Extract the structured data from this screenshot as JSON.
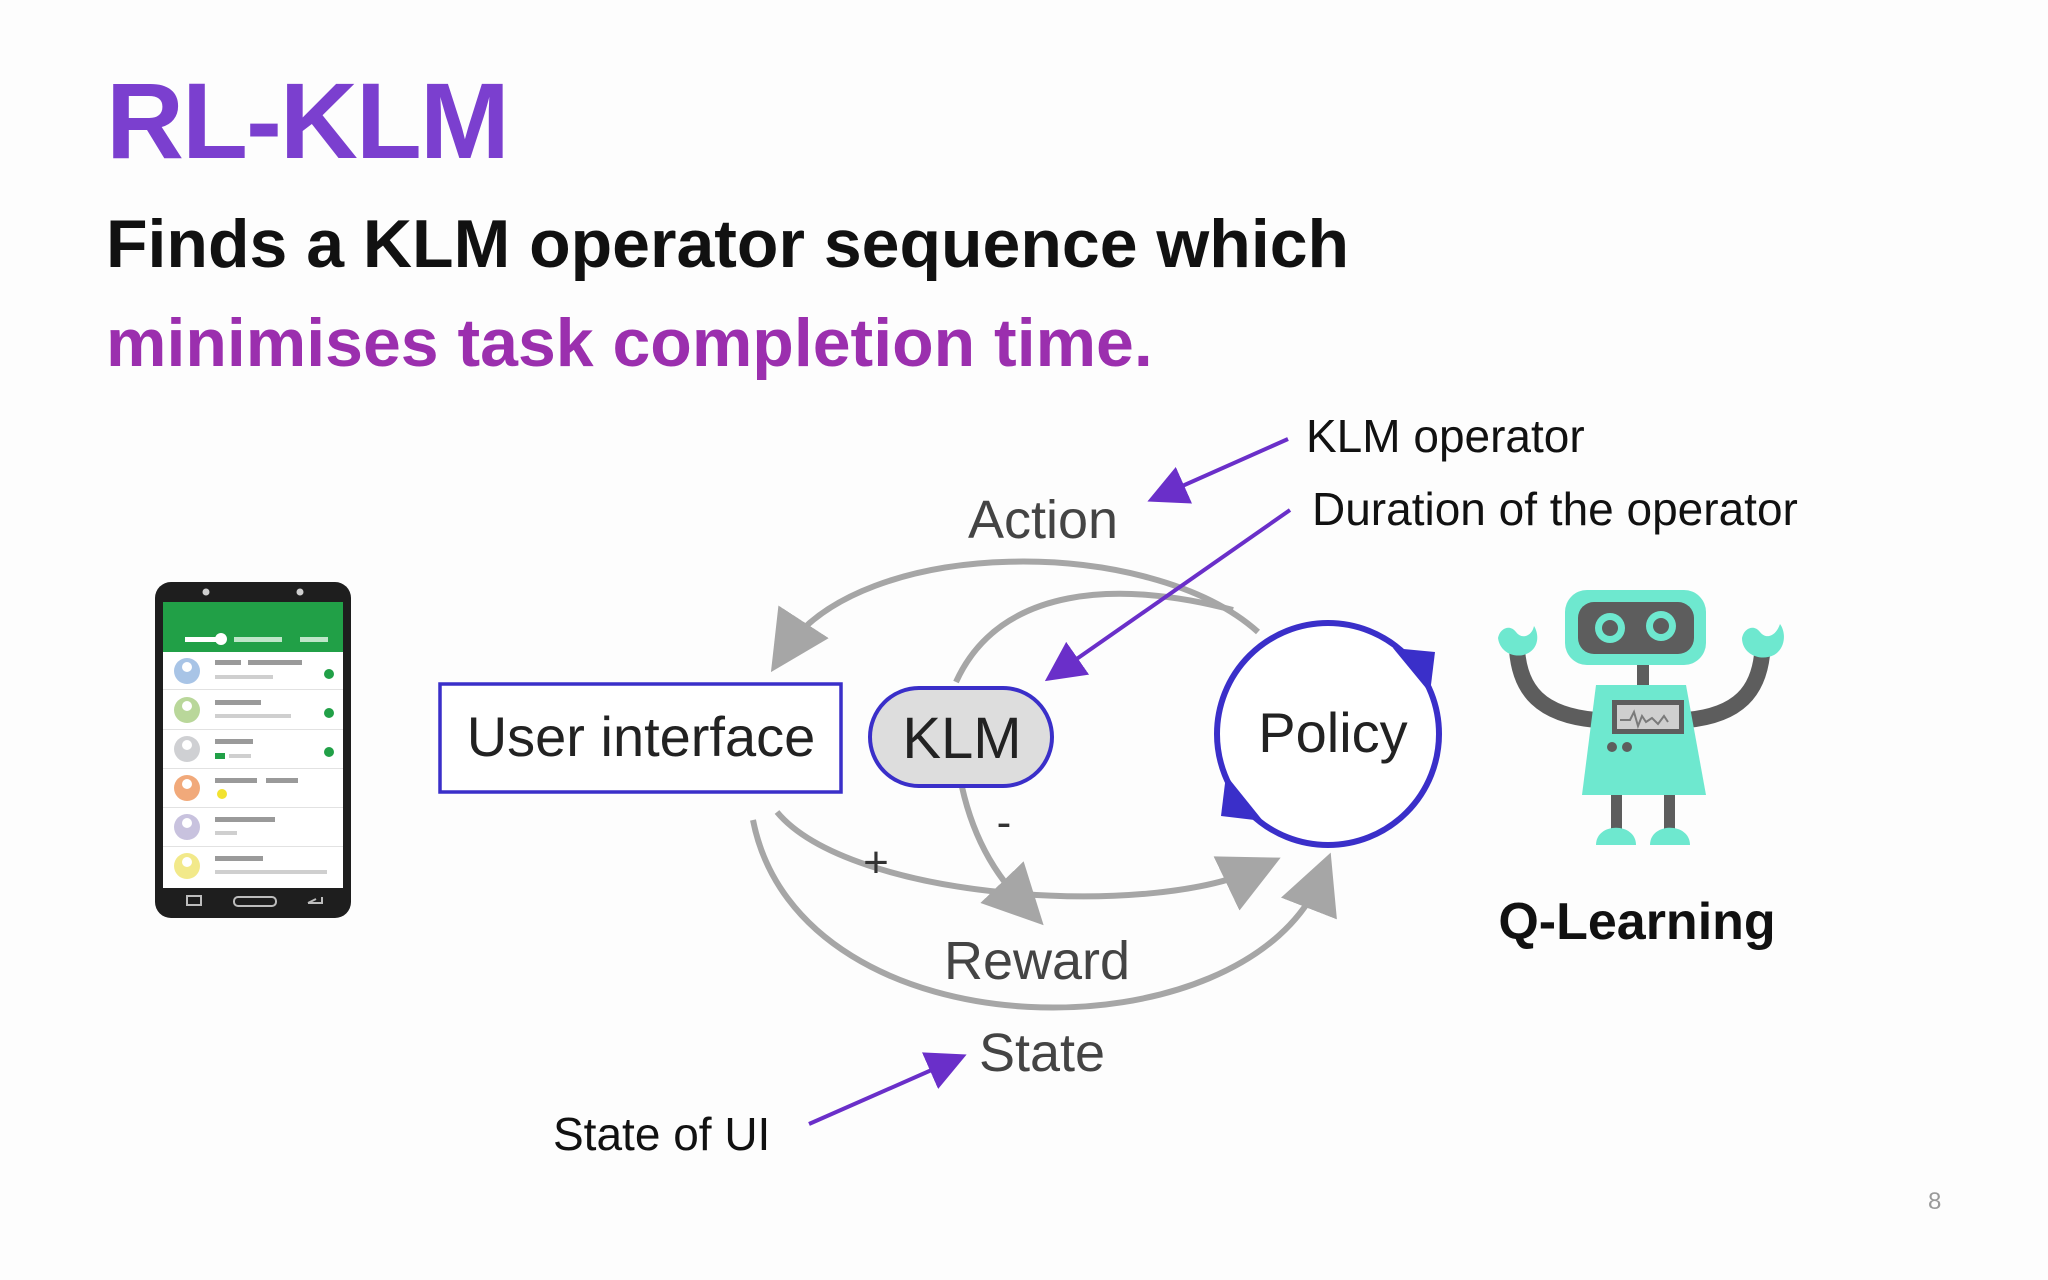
{
  "slide": {
    "title": "RL-KLM",
    "subtitle_line1": "Finds a KLM operator sequence which",
    "subtitle_line2": "minimises task completion time.",
    "page_number": "8"
  },
  "diagram": {
    "nodes": {
      "user_interface": "User interface",
      "klm": "KLM",
      "policy": "Policy"
    },
    "edge_labels": {
      "action": "Action",
      "reward": "Reward",
      "state": "State",
      "plus": "+",
      "minus": "-"
    },
    "annotations": {
      "klm_operator": "KLM operator",
      "duration": "Duration of the operator",
      "state_of_ui": "State of UI"
    },
    "agent_label": "Q-Learning"
  },
  "colors": {
    "title_purple": "#7b3fcf",
    "highlight_magenta": "#9b2fae",
    "annotation_arrow": "#6a2fc9",
    "node_border": "#3a2fc9",
    "flow_gray": "#a6a6a6",
    "robot_teal": "#6ee8cf",
    "phone_green": "#21a047"
  },
  "icons": [
    "smartphone-icon",
    "robot-icon"
  ]
}
